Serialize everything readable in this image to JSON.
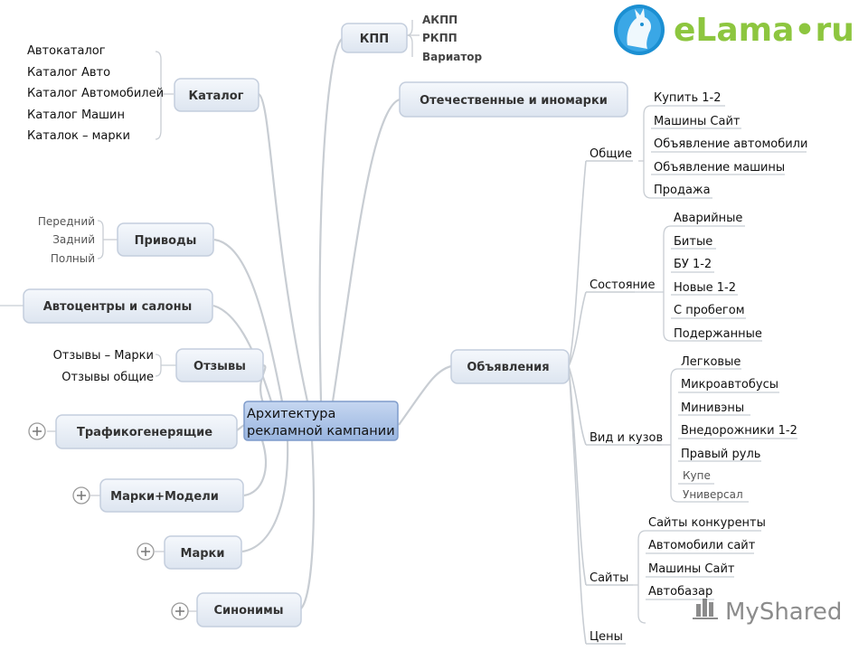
{
  "center": {
    "line1": "Архитектура",
    "line2": "рекламной кампании"
  },
  "topics": {
    "kpp": "КПП",
    "catalog": "Каталог",
    "otech": "Отечественные и иномарки",
    "privody": "Приводы",
    "autocenters": "Автоцентры и салоны",
    "otzyvy": "Отзывы",
    "traffic": "Трафикогенерящие",
    "marki_modeli": "Марки+Модели",
    "marki": "Марки",
    "sinonimy": "Синонимы",
    "obyavleniya": "Объявления"
  },
  "kpp_items": [
    "АКПП",
    "РКПП",
    "Вариатор"
  ],
  "catalog_items": [
    "Автокаталог",
    "Каталог Авто",
    "Каталог Автомобилей",
    "Каталог Машин",
    "Каталок – марки"
  ],
  "privody_items": [
    "Передний",
    "Задний",
    "Полный"
  ],
  "otzyvy_items": [
    "Отзывы – Марки",
    "Отзывы общие"
  ],
  "groups": {
    "obshie": {
      "label": "Общие",
      "items": [
        "Купить 1-2",
        "Машины Сайт",
        "Объявление автомобили",
        "Объявление машины",
        "Продажа"
      ]
    },
    "sostoyanie": {
      "label": "Состояние",
      "items": [
        "Аварийные",
        "Битые",
        "БУ 1-2",
        "Новые 1-2",
        "С пробегом",
        "Подержанные"
      ]
    },
    "vid": {
      "label": "Вид и кузов",
      "items": [
        "Легковые",
        "Микроавтобусы",
        "Минивэны",
        "Внедорожники 1-2",
        "Правый руль",
        "Купе",
        "Универсал"
      ]
    },
    "saity": {
      "label": "Сайты",
      "items": [
        "Сайты конкуренты",
        "Автомобили сайт",
        "Машины Сайт",
        "Автобазар"
      ]
    },
    "ceny": {
      "label": "Цены"
    }
  },
  "logo": {
    "text": "eLama•ru"
  },
  "watermark": {
    "text": "MyShared"
  },
  "colors": {
    "topic_fill": "#e8eef7",
    "topic_stroke": "#c4cedd",
    "center_fill": "#aac2e6",
    "line": "#c8cdd3",
    "logo_green": "#8dc63f",
    "logo_blue": "#1b8fd2"
  },
  "icons": {
    "expand": "plus-circle-icon",
    "logo": "lama-logo-icon",
    "watermark": "myshared-icon"
  }
}
